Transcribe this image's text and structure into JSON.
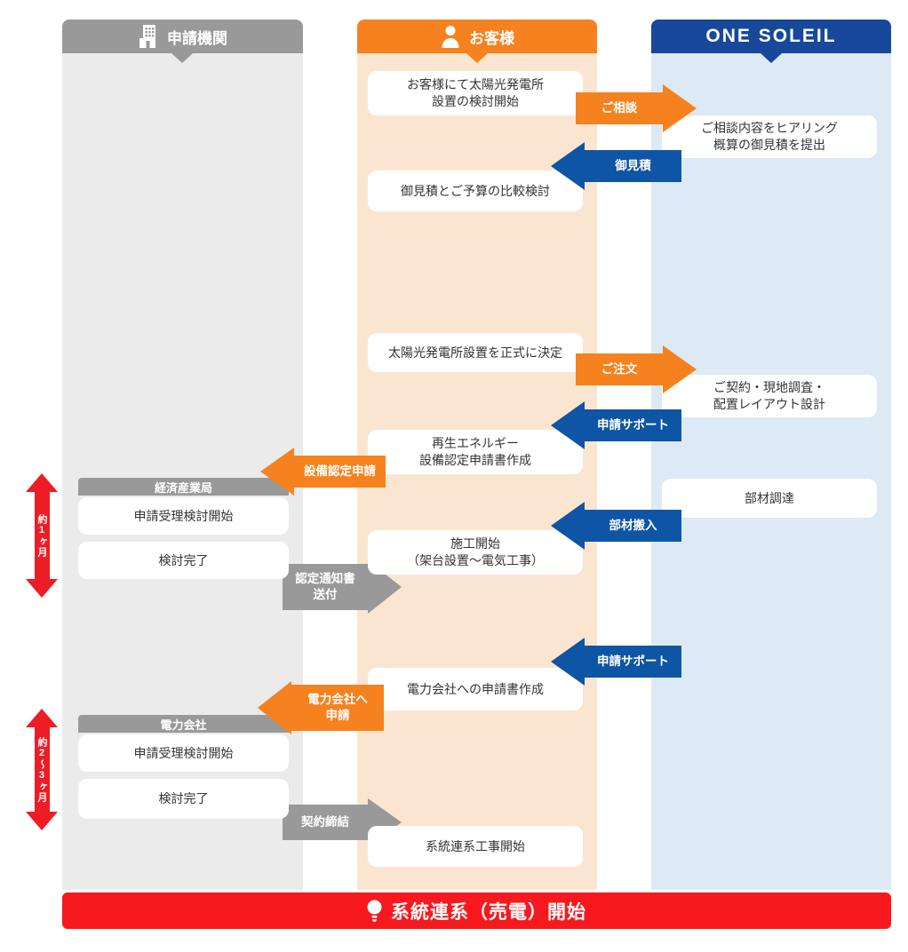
{
  "headers": {
    "agency": "申請機関",
    "customer": "お客様",
    "company": "ONE SOLEIL"
  },
  "agency": {
    "meti_label": "経済産業局",
    "meti_step1": "申請受理検討開始",
    "meti_step2": "検討完了",
    "power_label": "電力会社",
    "power_step1": "申請受理検討開始",
    "power_step2": "検討完了"
  },
  "customer_steps": [
    "お客様にて太陽光発電所\n設置の検討開始",
    "御見積とご予算の比較検討",
    "太陽光発電所設置を正式に決定",
    "再生エネルギー\n設備認定申請書作成",
    "施工開始\n（架台設置～電気工事）",
    "電力会社への申請書作成",
    "系統連系工事開始"
  ],
  "company_steps": [
    "ご相談内容をヒアリング\n概算の御見積を提出",
    "ご契約・現地調査・\n配置レイアウト設計",
    "部材調達"
  ],
  "arrows": [
    {
      "label": "ご相談",
      "direction": "right",
      "color": "#F5821F"
    },
    {
      "label": "御見積",
      "direction": "left",
      "color": "#0E55A5"
    },
    {
      "label": "ご注文",
      "direction": "right",
      "color": "#F5821F"
    },
    {
      "label": "申請サポート",
      "direction": "left",
      "color": "#0E55A5"
    },
    {
      "label": "設備認定申請",
      "direction": "left",
      "color": "#F5821F"
    },
    {
      "label": "部材搬入",
      "direction": "left",
      "color": "#0E55A5"
    },
    {
      "label": "認定通知書\n送付",
      "direction": "right",
      "color": "#999999"
    },
    {
      "label": "申請サポート",
      "direction": "left",
      "color": "#0E55A5"
    },
    {
      "label": "電力会社へ\n申請",
      "direction": "left",
      "color": "#F5821F"
    },
    {
      "label": "契約締結",
      "direction": "right",
      "color": "#999999"
    }
  ],
  "durations": [
    "約1ヶ月",
    "約2～3ヶ月"
  ],
  "footer": {
    "label": "系統連系（売電）開始"
  },
  "icons": {
    "agency": "building-icon",
    "customer": "person-icon",
    "footer": "lightbulb-icon"
  },
  "colors": {
    "orange": "#F5821F",
    "blue": "#0E55A5",
    "gray": "#999999",
    "red_bar": "#F7191E",
    "red_arrow": "#EE1C24",
    "header_blue": "#17489B",
    "agency_col_bg": "#EBEBEB",
    "customer_col_bg": "#FAE6D0",
    "company_col_bg": "#DDE9F4"
  }
}
